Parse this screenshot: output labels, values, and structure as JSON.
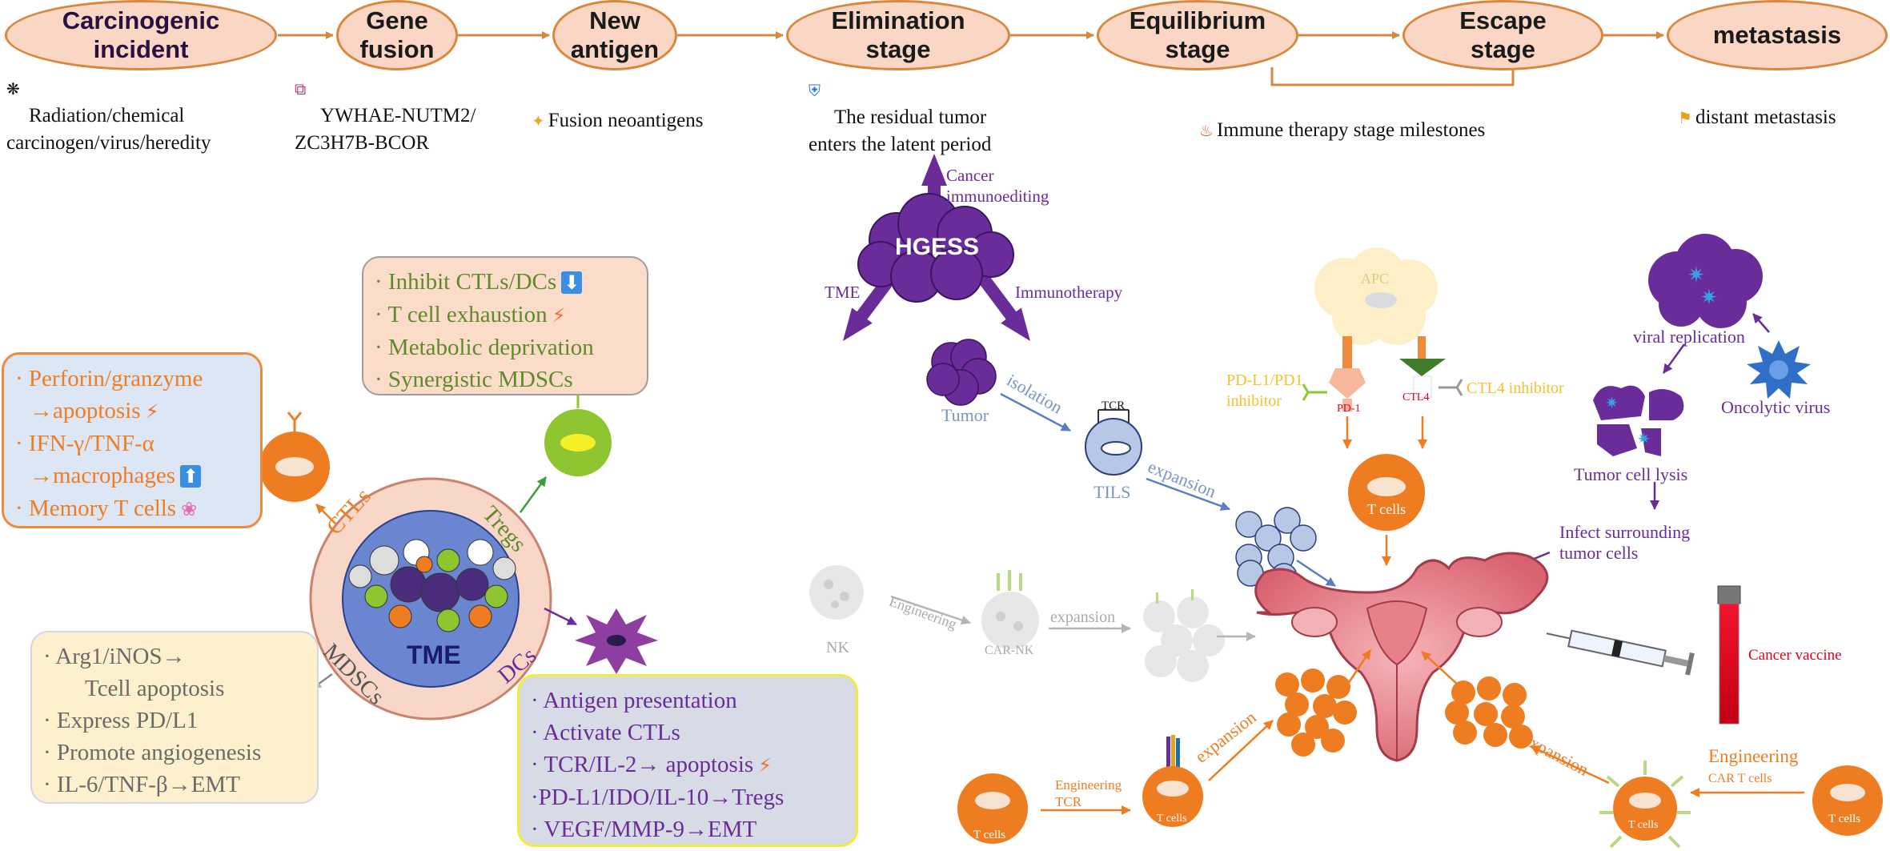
{
  "stages": [
    {
      "title": "Carcinogenic\nincident",
      "note": "Radiation/chemical\ncarcinogen/virus/heredity",
      "icon": "virus-icon"
    },
    {
      "title": "Gene\nfusion",
      "note": "YWHAE-NUTM2/\nZC3H7B-BCOR",
      "icon": "dna-icon"
    },
    {
      "title": "New\nantigen",
      "note": "Fusion neoantigens",
      "icon": "sparkle-icon"
    },
    {
      "title": "Elimination\nstage",
      "note": "The residual tumor\nenters the latent period",
      "icon": "shield-icon"
    },
    {
      "title": "Equilibrium\nstage",
      "note": "",
      "icon": ""
    },
    {
      "title": "Escape\nstage",
      "note": "",
      "icon": ""
    },
    {
      "title": "metastasis",
      "note": "distant metastasis",
      "icon": "runner-icon"
    }
  ],
  "bracket_note": {
    "text": "Immune therapy stage milestones",
    "icon": "fire-icon"
  },
  "hgess": {
    "label": "HGESS",
    "up": "Cancer\nimmunoediting",
    "left": "TME",
    "right": "Immunotherapy"
  },
  "tme": {
    "center": "TME",
    "ring": {
      "ctls": "CTLs",
      "tregs": "Tregs",
      "dcs": "DCs",
      "mdscs": "MDSCs"
    }
  },
  "boxes": {
    "ctls": {
      "lines": [
        "· Perforin/granzyme",
        "→apoptosis",
        "· IFN-γ/TNF-α",
        "→macrophages",
        "· Memory  T cells"
      ]
    },
    "tregs": {
      "lines": [
        "· Inhibit CTLs/DCs",
        "· T cell exhaustion",
        "· Metabolic deprivation",
        "· Synergistic  MDSCs"
      ]
    },
    "mdscs": {
      "lines": [
        "· Arg1/iNOS→",
        "Tcell apoptosis",
        "· Express PD/L1",
        "· Promote angiogenesis",
        "· IL-6/TNF-β→EMT"
      ]
    },
    "dcs": {
      "lines": [
        "· Antigen   presentation",
        "· Activate   CTLs",
        "· TCR/IL-2→ apoptosis",
        "·PD-L1/IDO/IL-10→Tregs",
        "· VEGF/MMP-9→EMT"
      ]
    }
  },
  "therapy": {
    "tumor": "Tumor",
    "isolation": "isolation",
    "tcr_top": "TCR",
    "tils": "TILS",
    "expansion_1": "expansion",
    "apc": "APC",
    "pd_inhibitor": "PD-L1/PD1\ninhibitor",
    "pd1": "PD-1",
    "ctl4": "CTL4",
    "ctl4_inhibitor": "CTL4  inhibitor",
    "tcells_center": "T cells",
    "viral_replication": "viral replication",
    "oncolytic_virus": "Oncolytic virus",
    "tumor_lysis": "Tumor cell lysis",
    "infect": "Infect surrounding\ntumor cells",
    "nk": "NK",
    "engineering_nk": "Engineering",
    "car_nk": "CAR-NK",
    "expansion_nk": "expansion",
    "cancer_vaccine": "Cancer vaccine",
    "tcells_bl": "T cells",
    "engineering_tcr": "Engineering\nTCR",
    "tcells_tcr": "T cells",
    "expansion_tcr": "expansion",
    "expansion_car": "expansion",
    "engineering_car": "Engineering",
    "car_tcells": "CAR T cells",
    "tcells_car_result": "T cells",
    "tcells_br": "T cells"
  },
  "colors": {
    "stage_fill": "#f9d7c4",
    "stage_border": "#d9873f",
    "arrow": "#d9873f",
    "purple": "#6a2c99",
    "orange": "#ee7d22",
    "green": "#5f8a2c",
    "blue": "#7b95c6",
    "gray": "#a9a9a9",
    "yellow": "#f2c230",
    "red": "#e0001a"
  }
}
